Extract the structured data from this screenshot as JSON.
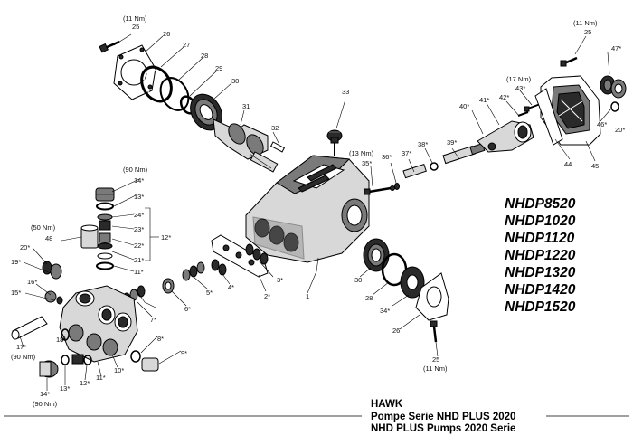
{
  "callouts": {
    "c25a": "25",
    "c25a_t": "(11 Nm)",
    "c26a": "26",
    "c27": "27",
    "c28a": "28",
    "c29": "29",
    "c30a": "30",
    "c31": "31",
    "c32": "32",
    "c33": "33",
    "c25b": "25",
    "c25b_t": "(11 Nm)",
    "c47": "47*",
    "c46": "46*",
    "c20a": "20*",
    "c44": "44",
    "c45": "45",
    "c43": "43*",
    "c43_t": "(17 Nm)",
    "c42": "42*",
    "c41": "41*",
    "c40": "40*",
    "c39": "39*",
    "c38": "38*",
    "c37": "37*",
    "c36": "36*",
    "c35": "35*",
    "c35_t": "(13 Nm)",
    "c14a": "14*",
    "c14a_t": "(90 Nm)",
    "c13a": "13*",
    "c24": "24*",
    "c23": "23*",
    "c22": "22*",
    "c21": "21*",
    "c11a": "11*",
    "c12a": "12*",
    "c48": "48",
    "c48_t": "(50 Nm)",
    "c20b": "20*",
    "c19": "19*",
    "c16": "16*",
    "c15": "15*",
    "c18": "18*",
    "c17": "17*",
    "c17_t": "(90 Nm)",
    "c14b": "14*",
    "c14b_t": "(90 Nm)",
    "c13b": "13*",
    "c12b": "12*",
    "c11b": "11*",
    "c10": "10*",
    "c9": "9*",
    "c8": "8*",
    "c7": "7*",
    "c6": "6*",
    "c5": "5*",
    "c4": "4*",
    "c3": "3*",
    "c2": "2*",
    "c1": "1",
    "c30b": "30",
    "c28b": "28",
    "c34": "34*",
    "c26b": "26",
    "c25c": "25",
    "c25c_t": "(11 Nm)"
  },
  "models": [
    "NHDP8520",
    "NHDP1020",
    "NHDP1120",
    "NHDP1220",
    "NHDP1320",
    "NHDP1420",
    "NHDP1520"
  ],
  "title_block": {
    "brand": "HAWK",
    "line1": "Pompe Serie NHD PLUS 2020",
    "line2": "NHD PLUS Pumps 2020 Serie"
  }
}
